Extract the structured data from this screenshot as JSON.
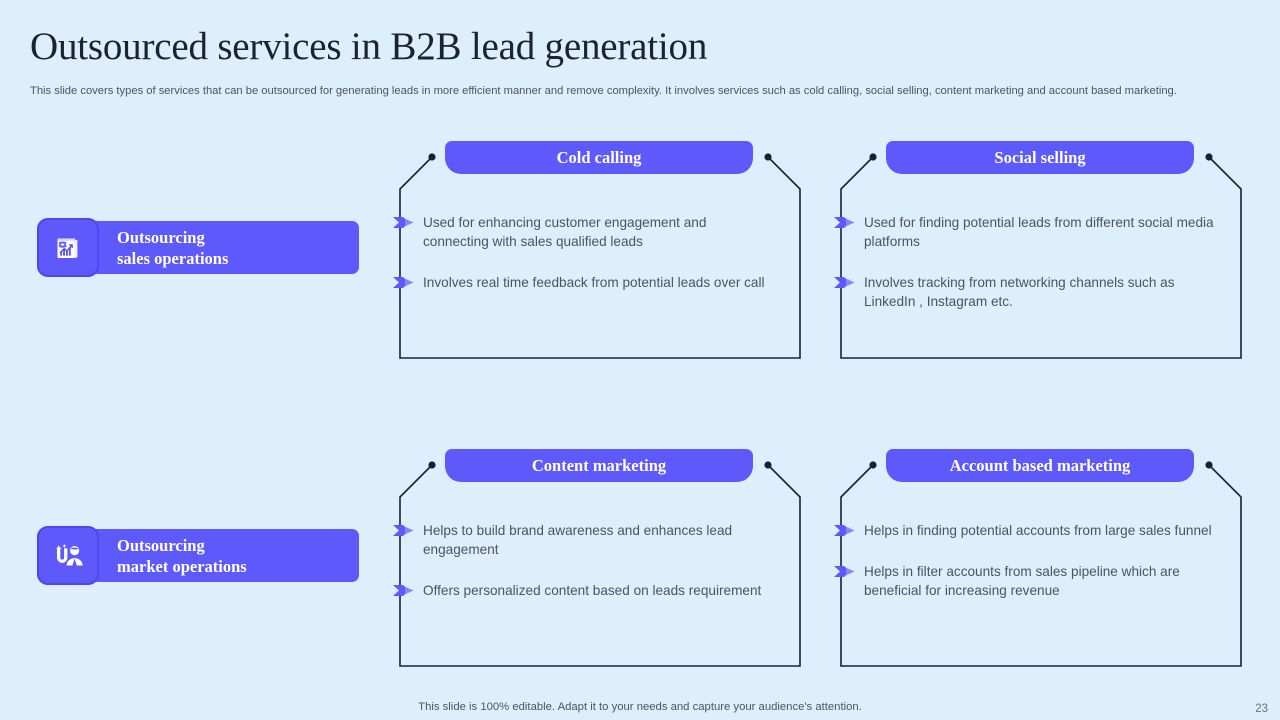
{
  "slide": {
    "title": "Outsourced services in B2B lead generation",
    "subtitle": "This slide covers types of services that can be outsourced for generating leads in more efficient manner and remove complexity. It involves services such as cold calling, social selling, content marketing and account based marketing.",
    "footer_note": "This slide is 100% editable. Adapt it to your needs and capture your audience's attention.",
    "page_number": "23"
  },
  "colors": {
    "background": "#ddeefc",
    "accent_purple": "#5d59fb",
    "card_border": "#14213d",
    "title_text": "#1c2232",
    "body_text": "#4d5360"
  },
  "categories": [
    {
      "line1": "Outsourcing",
      "line2": "sales operations",
      "icon": "document-chart-growth-icon"
    },
    {
      "line1": "Outsourcing",
      "line2": "market operations",
      "icon": "magnet-person-icon"
    }
  ],
  "cards": [
    {
      "title": "Cold calling",
      "bullets": [
        "Used for enhancing customer engagement and connecting with sales qualified leads",
        "Involves  real time feedback from potential leads over call"
      ]
    },
    {
      "title": "Social selling",
      "bullets": [
        "Used for finding potential leads from different social media platforms",
        "Involves  tracking from networking channels such as LinkedIn , Instagram etc."
      ]
    },
    {
      "title": "Content marketing",
      "bullets": [
        "Helps to build brand awareness and enhances lead engagement",
        "Offers personalized content based on leads requirement"
      ]
    },
    {
      "title": "Account based marketing",
      "bullets": [
        "Helps in finding potential accounts from large sales funnel",
        "Helps in filter accounts from sales pipeline which are beneficial for increasing revenue"
      ]
    }
  ]
}
